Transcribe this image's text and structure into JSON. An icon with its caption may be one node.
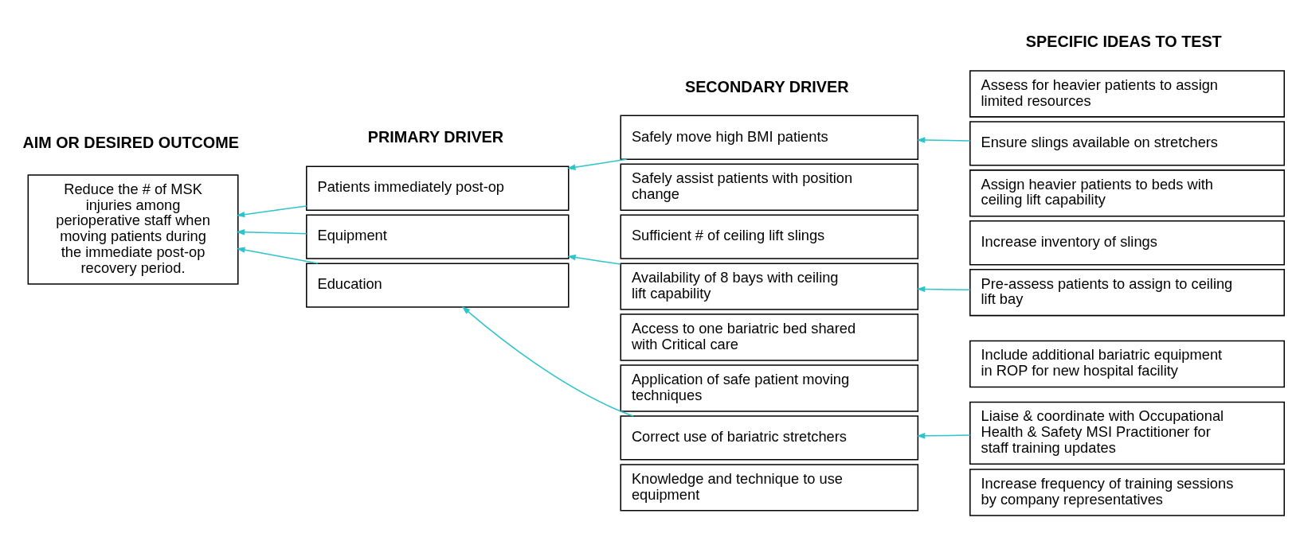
{
  "diagram": {
    "nodes": [
      {
        "text": [
          "Reduce the # of MSK injuries among perioperative staff when moving patients during the immediate post-op recovery period."
        ]
      },
      {
        "text": [
          "Patients immediately post-op"
        ]
      },
      {
        "text": [
          "Equipment"
        ]
      },
      {
        "text": [
          "Education"
        ]
      },
      {
        "text": [
          "Safely move high BMI patients"
        ]
      },
      {
        "text": [
          "Safely assist patients with position change"
        ]
      },
      {
        "text": [
          "Sufficient # of ceiling lift slings"
        ]
      },
      {
        "text": [
          "Availability of 8 bays with ceiling lift capability"
        ]
      },
      {
        "text": [
          "Access to one bariatric bed shared with Critical care"
        ]
      },
      {
        "text": [
          "Application of safe patient moving techniques"
        ]
      },
      {
        "text": [
          "Correct use of bariatric stretchers"
        ]
      },
      {
        "text": [
          "Knowledge and technique to use equipment"
        ]
      },
      {
        "text": [
          "Assess for heavier patients to assign limited resources"
        ]
      },
      {
        "text": [
          "Ensure slings available on stretchers"
        ]
      },
      {
        "text": [
          "Assign heavier patients to beds with ceiling lift capability"
        ]
      },
      {
        "text": [
          "Increase inventory of slings"
        ]
      },
      {
        "text": [
          "Pre-assess patients to assign to ceiling lift bay"
        ]
      },
      {
        "text": [
          "Include additional bariatric equipment in ROP for new hospital facility"
        ]
      },
      {
        "text": [
          "Liaise & coordinate with Occupational Health & Safety MSI Practitioner for staff training updates"
        ]
      },
      {
        "text": [
          "Increase frequency of training sessions by company representatives"
        ]
      }
    ],
    "edges": [
      {
        "from": 1,
        "to": 0,
        "arrow": "to"
      },
      {
        "from": 2,
        "to": 0,
        "arrow": "to"
      },
      {
        "from": 3,
        "to": 0,
        "arrow": "to"
      },
      {
        "from": 4,
        "to": 1,
        "arrow": "to"
      },
      {
        "from": 7,
        "to": 2,
        "arrow": "to"
      },
      {
        "from": 10,
        "to": 3,
        "arrow": "to"
      },
      {
        "from": 13,
        "to": 4,
        "arrow": "to"
      },
      {
        "from": 16,
        "to": 7,
        "arrow": "to"
      },
      {
        "from": 18,
        "to": 10,
        "arrow": "to"
      }
    ],
    "labels": [
      "AIM OR DESIRED OUTCOME",
      "PRIMARY DRIVER",
      "SECONDARY DRIVER",
      "SPECIFIC IDEAS TO TEST"
    ]
  }
}
